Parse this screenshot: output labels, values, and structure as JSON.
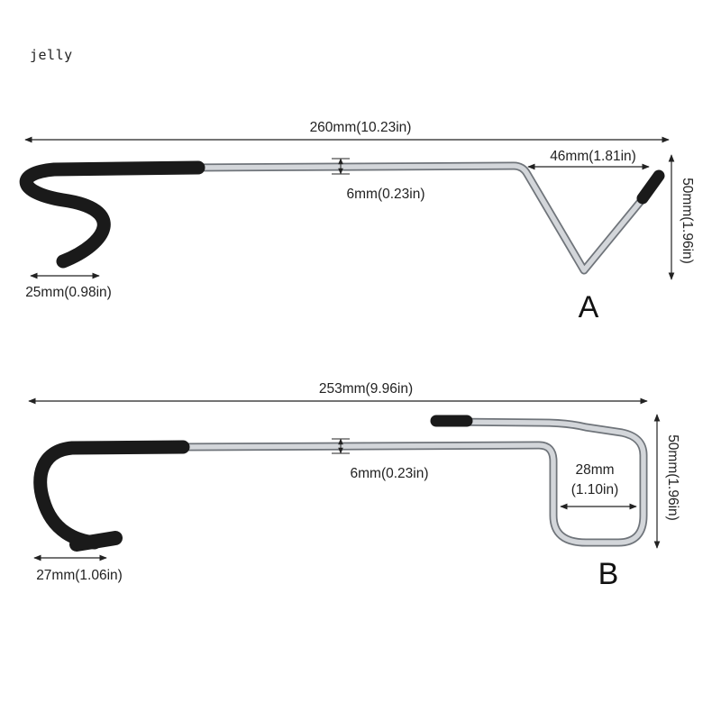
{
  "watermark": "jelly",
  "hook_a": {
    "letter": "A",
    "total_length": "260mm(10.23in)",
    "diameter": "6mm(0.23in)",
    "tip_length": "46mm(1.81in)",
    "height": "50mm(1.96in)",
    "hook_width": "25mm(0.98in)"
  },
  "hook_b": {
    "letter": "B",
    "total_length": "253mm(9.96in)",
    "diameter": "6mm(0.23in)",
    "loop_width_mm": "28mm",
    "loop_width_in": "(1.10in)",
    "height": "50mm(1.96in)",
    "hook_width": "27mm(1.06in)"
  },
  "colors": {
    "steel": "#c9ccd0",
    "steel_edge": "#6f747a",
    "rubber": "#1a1a1a",
    "dimension_line": "#222222"
  }
}
